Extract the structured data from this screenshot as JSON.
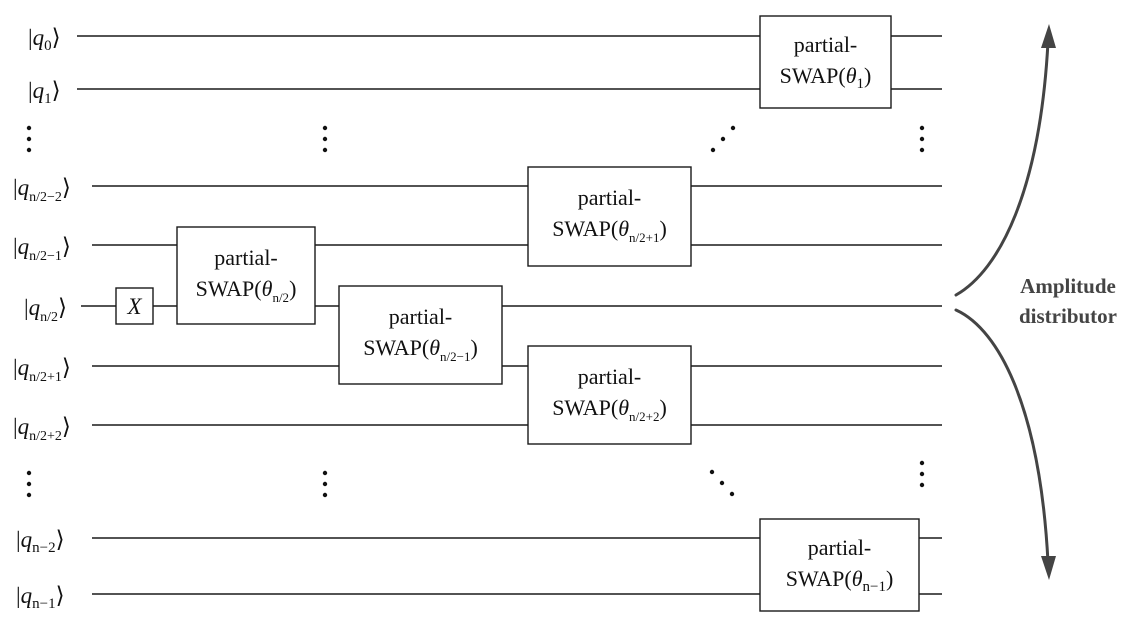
{
  "qubits": [
    {
      "main": "q",
      "sub": "0",
      "row": 0
    },
    {
      "main": "q",
      "sub": "1",
      "row": 1
    },
    {
      "main": "q",
      "sub": "n/2−2",
      "row": 3
    },
    {
      "main": "q",
      "sub": "n/2−1",
      "row": 4
    },
    {
      "main": "q",
      "sub": "n/2",
      "row": 5
    },
    {
      "main": "q",
      "sub": "n/2+1",
      "row": 6
    },
    {
      "main": "q",
      "sub": "n/2+2",
      "row": 7
    },
    {
      "main": "q",
      "sub": "n−2",
      "row": 9
    },
    {
      "main": "q",
      "sub": "n−1",
      "row": 10
    }
  ],
  "x_gate": {
    "label": "X",
    "qubit_row": 5
  },
  "gates": [
    {
      "id": "g1",
      "line1": "partial-",
      "prefix": "SWAP(",
      "theta": "θ",
      "sub": "1",
      "suffix": ")",
      "rows": [
        0,
        1
      ]
    },
    {
      "id": "g2",
      "line1": "partial-",
      "prefix": "SWAP(",
      "theta": "θ",
      "sub": "n/2+1",
      "suffix": ")",
      "rows": [
        3,
        4
      ]
    },
    {
      "id": "g3",
      "line1": "partial-",
      "prefix": "SWAP(",
      "theta": "θ",
      "sub": "n/2",
      "suffix": ")",
      "rows": [
        4,
        5
      ]
    },
    {
      "id": "g4",
      "line1": "partial-",
      "prefix": "SWAP(",
      "theta": "θ",
      "sub": "n/2−1",
      "suffix": ")",
      "rows": [
        5,
        6
      ]
    },
    {
      "id": "g5",
      "line1": "partial-",
      "prefix": "SWAP(",
      "theta": "θ",
      "sub": "n/2+2",
      "suffix": ")",
      "rows": [
        6,
        7
      ]
    },
    {
      "id": "g6",
      "line1": "partial-",
      "prefix": "SWAP(",
      "theta": "θ",
      "sub": "n−1",
      "suffix": ")",
      "rows": [
        9,
        10
      ]
    }
  ],
  "distributor_label": {
    "line1": "Amplitude",
    "line2": "distributor"
  }
}
